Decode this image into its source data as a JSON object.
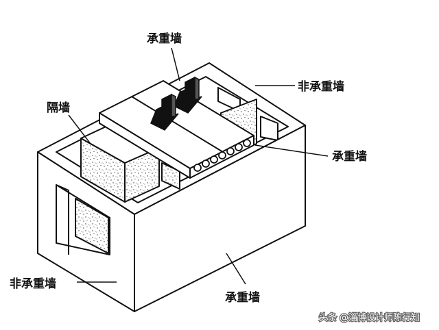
{
  "labels": {
    "top_bearing": "承重墙",
    "right_non_bearing": "非承重墙",
    "partition": "隔墙",
    "right_bearing": "承重墙",
    "left_non_bearing": "非承重墙",
    "front_bearing": "承重墙"
  },
  "watermark": "头条 @淄博设计师陈行知",
  "colors": {
    "line": "#111111",
    "fill": "#ffffff",
    "speckle": "#333333"
  }
}
